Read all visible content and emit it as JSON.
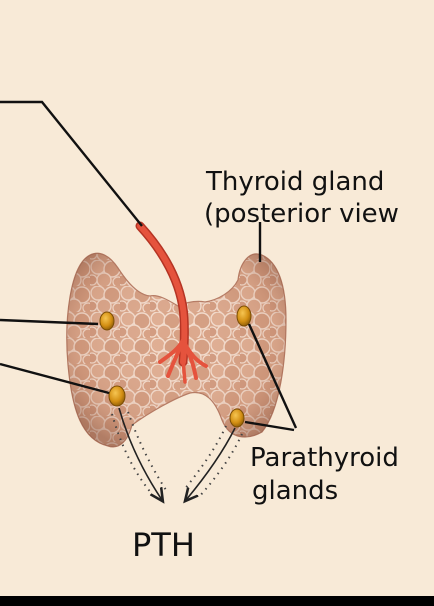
{
  "labels": {
    "thyroid_line1": "Thyroid gland",
    "thyroid_line2": "(posterior view",
    "parathyroid_line1": "Parathyroid",
    "parathyroid_line2": "glands",
    "hormone": "PTH"
  },
  "colors": {
    "background": "#f8ead7",
    "frame": "#000000",
    "gland_tissue": "#d9a487",
    "gland_shadow": "#b57a63",
    "lobule_lines": "#f1d7c6",
    "artery": "#e5533d",
    "parathyroid": "#d89a1a",
    "leader_lines": "#111111",
    "secretion_arrows": "#222222"
  },
  "icons": {
    "secretion": "dotted-arrow"
  }
}
